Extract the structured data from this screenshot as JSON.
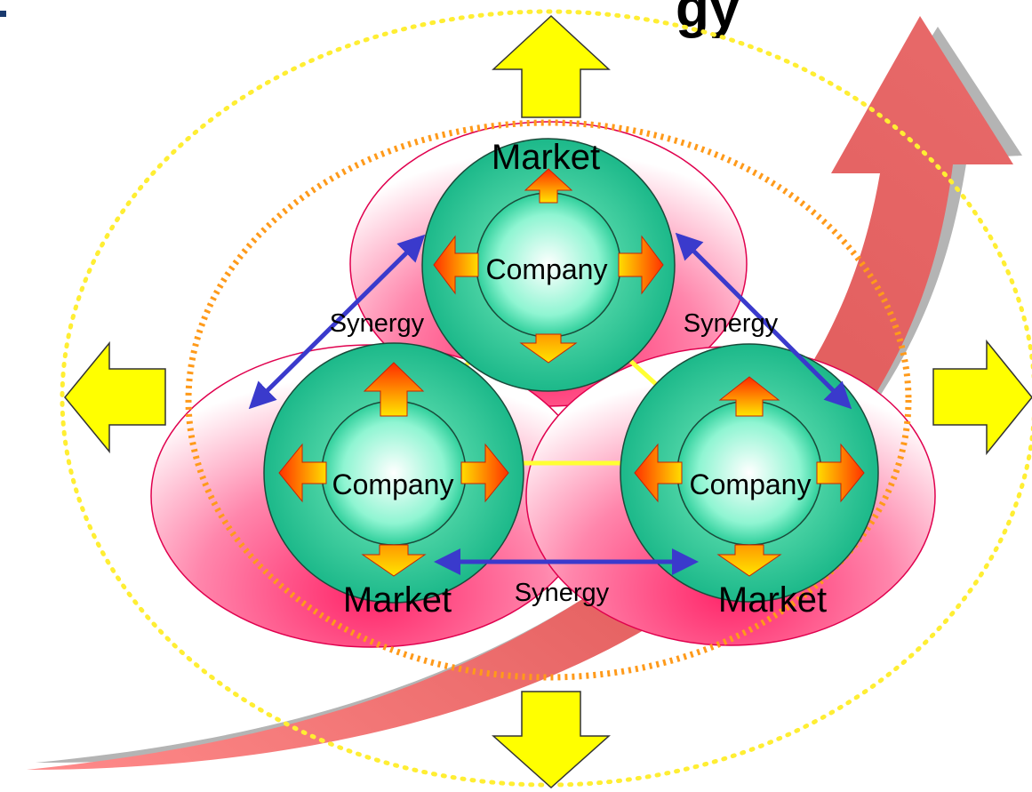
{
  "title_fragment": "gy",
  "clusters": [
    {
      "id": "top",
      "market_label": "Market",
      "company_label": "Company"
    },
    {
      "id": "left",
      "market_label": "Market",
      "company_label": "Company"
    },
    {
      "id": "right",
      "market_label": "Market",
      "company_label": "Company"
    }
  ],
  "synergy_labels": {
    "top_left": "Synergy",
    "top_right": "Synergy",
    "bottom": "Synergy"
  },
  "colors": {
    "growth_arrow": "#e05a5a",
    "growth_shadow": "#b4b4b4",
    "market_ellipse_edge": "#e0004e",
    "company_outer": "#1ab98a",
    "company_inner_center": "#ffffff",
    "synergy_arrow": "#3a3acc",
    "link_line": "#ffff33",
    "outer_dotted_ring": "#ffee33",
    "inner_dotted_ring": "#ff9a1a",
    "expansion_arrow": "#ffff00",
    "radial_arrow_top": "#ff2b00",
    "radial_arrow_bottom": "#ffe600"
  }
}
